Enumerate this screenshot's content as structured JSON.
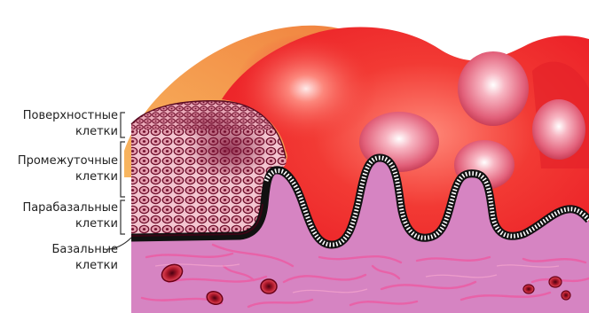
{
  "labels": {
    "superficial": {
      "line1": "Поверхностные",
      "line2": "клетки"
    },
    "intermediate": {
      "line1": "Промежуточные",
      "line2": "клетки"
    },
    "parabasal": {
      "line1": "Парабазальные",
      "line2": "клетки"
    },
    "basal": {
      "line1": "Базальные",
      "line2": "клетки"
    }
  },
  "colors": {
    "stroma": "#d67fbf",
    "stroma_fibers": "#e85aa0",
    "cancer_red": "#ee2229",
    "tumor_orange": "#f6a04a",
    "cell_outline": "#7a1030",
    "cell_fill": "#e9a3b0",
    "basement_membrane": "#111111"
  }
}
